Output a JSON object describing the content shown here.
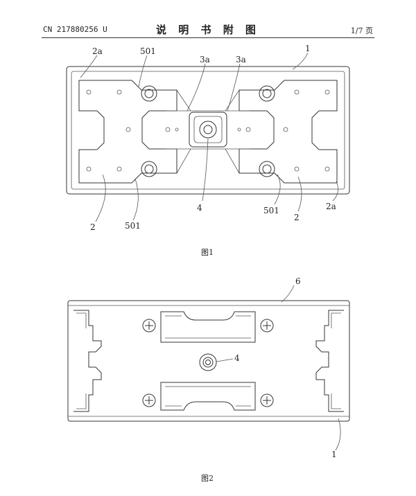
{
  "header": {
    "publication_no": "CN 217880256 U",
    "title": "说 明 书 附 图",
    "page": "1/7 页"
  },
  "figure1": {
    "caption": "图1",
    "labels": {
      "l_2a_top": "2a",
      "l_501_top": "501",
      "l_3a_left": "3a",
      "l_3a_right": "3a",
      "l_1": "1",
      "l_2_left": "2",
      "l_501_bl": "501",
      "l_4": "4",
      "l_501_br": "501",
      "l_2_right": "2",
      "l_2a_bottom": "2a"
    }
  },
  "figure2": {
    "caption": "图2",
    "labels": {
      "l_6": "6",
      "l_4": "4",
      "l_1": "1"
    }
  }
}
